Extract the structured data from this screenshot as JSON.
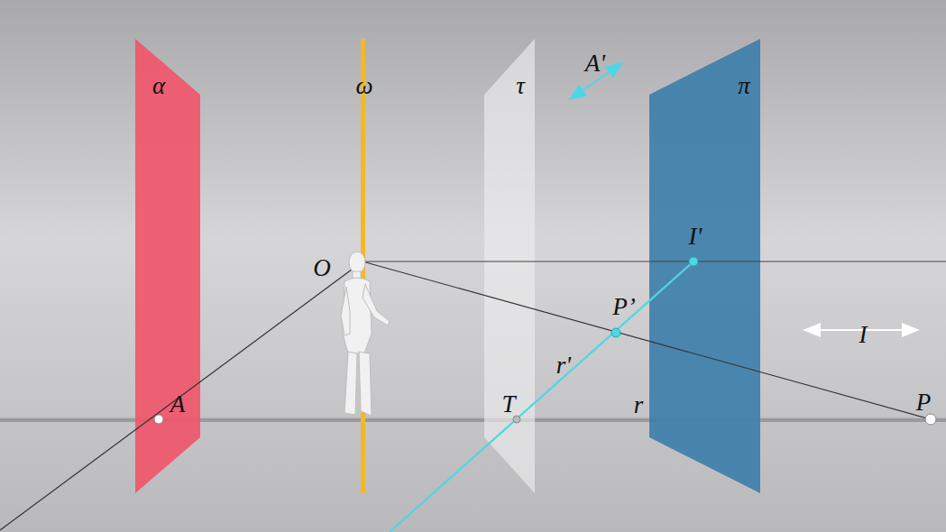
{
  "diagram": {
    "labels": [
      "α",
      "ω",
      "τ",
      "A'",
      "π",
      "O",
      "I'",
      "P’",
      "I",
      "r'",
      "A",
      "T",
      "r",
      "P"
    ]
  }
}
